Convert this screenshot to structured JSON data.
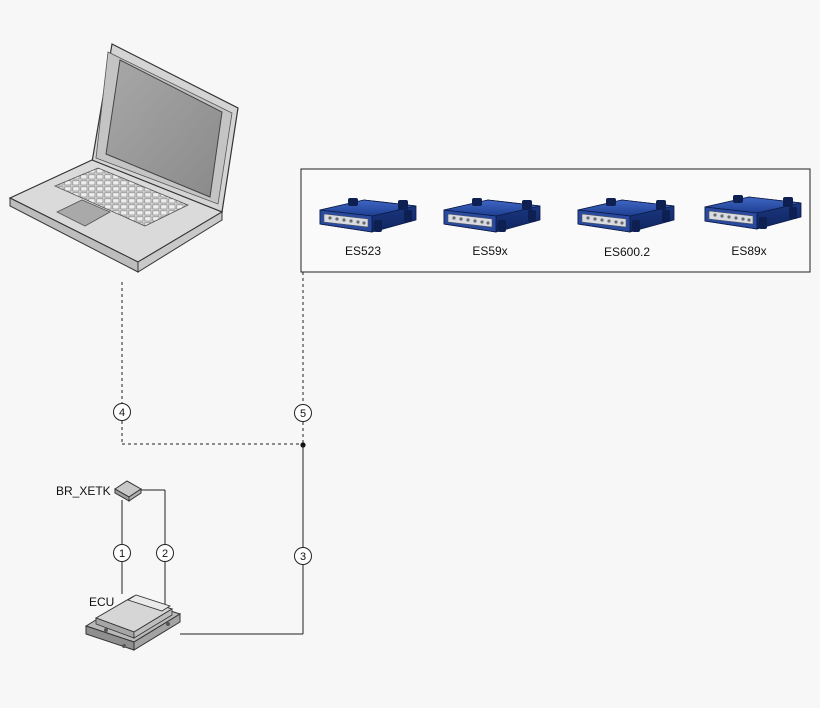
{
  "devices": [
    {
      "id": "es523",
      "label": "ES523"
    },
    {
      "id": "es59x",
      "label": "ES59x"
    },
    {
      "id": "es600",
      "label": "ES600.2"
    },
    {
      "id": "es89x",
      "label": "ES89x"
    }
  ],
  "labels": {
    "br_xetk": "BR_XETK",
    "ecu": "ECU"
  },
  "connections": [
    "1",
    "2",
    "3",
    "4",
    "5"
  ],
  "colors": {
    "background": "#f7f7f7",
    "module_blue": "#1e3f91",
    "laptop_gray": "#d9d9d9",
    "screen_gray": "#9a9a9a"
  }
}
